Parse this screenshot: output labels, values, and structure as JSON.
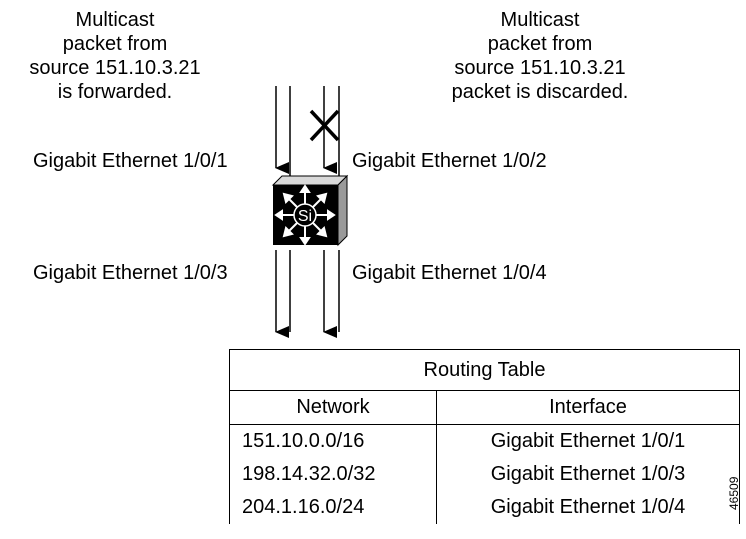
{
  "left_caption": [
    "Multicast",
    "packet from",
    "source 151.10.3.21",
    "is forwarded."
  ],
  "right_caption": [
    "Multicast",
    "packet from",
    "source 151.10.3.21",
    "packet is discarded."
  ],
  "ports": {
    "top_left": "Gigabit Ethernet 1/0/1",
    "top_right": "Gigabit Ethernet 1/0/2",
    "bottom_left": "Gigabit Ethernet 1/0/3",
    "bottom_right": "Gigabit Ethernet 1/0/4"
  },
  "switch_label": "Si",
  "routing_table": {
    "title": "Routing Table",
    "headers": [
      "Network",
      "Interface"
    ],
    "rows": [
      [
        "151.10.0.0/16",
        "Gigabit Ethernet 1/0/1"
      ],
      [
        "198.14.32.0/32",
        "Gigabit Ethernet 1/0/3"
      ],
      [
        "204.1.16.0/24",
        "Gigabit Ethernet 1/0/4"
      ]
    ]
  },
  "figure_id": "46509",
  "icons": [
    "switch-icon",
    "discard-x-icon",
    "arrow-down-icon"
  ]
}
